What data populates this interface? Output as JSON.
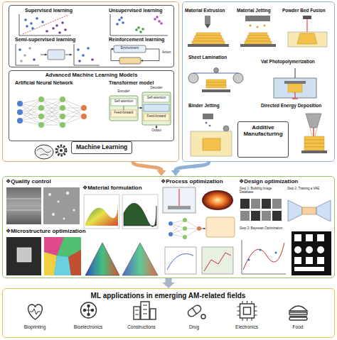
{
  "diagram": {
    "nodes": [
      {
        "text": [
          "Machine Learning"
        ]
      },
      {
        "text": [
          "Supervised learning",
          "Unsupervised learning",
          "Semi-supervised learning",
          "Reinforcement learning"
        ],
        "in": 0
      },
      {
        "text": [
          "Advanced Machine Learning Models",
          "Artificial Neural Network",
          "Transformer model"
        ],
        "in": 0
      },
      {
        "text": [
          "Material Extrusion",
          "Material Jetting",
          "Powder Bed Fusion",
          "Sheet Lamination",
          "Vat Photopolymerization",
          "Binder Jetting",
          "Directed Energy Deposition",
          "Additive Manufacturing"
        ]
      },
      {
        "text": [
          "❖Quality control",
          "❖Material formulation",
          "❖Process optimization",
          "❖Design optimization",
          "❖Microstructure optimization"
        ]
      },
      {
        "text": [
          "ML applications in emerging AM-related fields",
          "Bioprinting",
          "Bioelectronics",
          "Constructions",
          "Drug",
          "Electronics",
          "Food"
        ]
      }
    ],
    "edges": [
      {
        "from": 0,
        "to": 4,
        "arrow": "to"
      },
      {
        "from": 3,
        "to": 4,
        "arrow": "to"
      },
      {
        "from": 4,
        "to": 5,
        "arrow": "to"
      }
    ],
    "labels": [
      "Encoder",
      "Decoder",
      "Self-attention",
      "Feed-forward",
      "Self-attention",
      "Feed-forward",
      "Output",
      "Action",
      "Environment",
      "Step 1: Building Image Database",
      "Step 2: Training a VAE",
      "Step 3: Bayesian Optimization"
    ]
  }
}
